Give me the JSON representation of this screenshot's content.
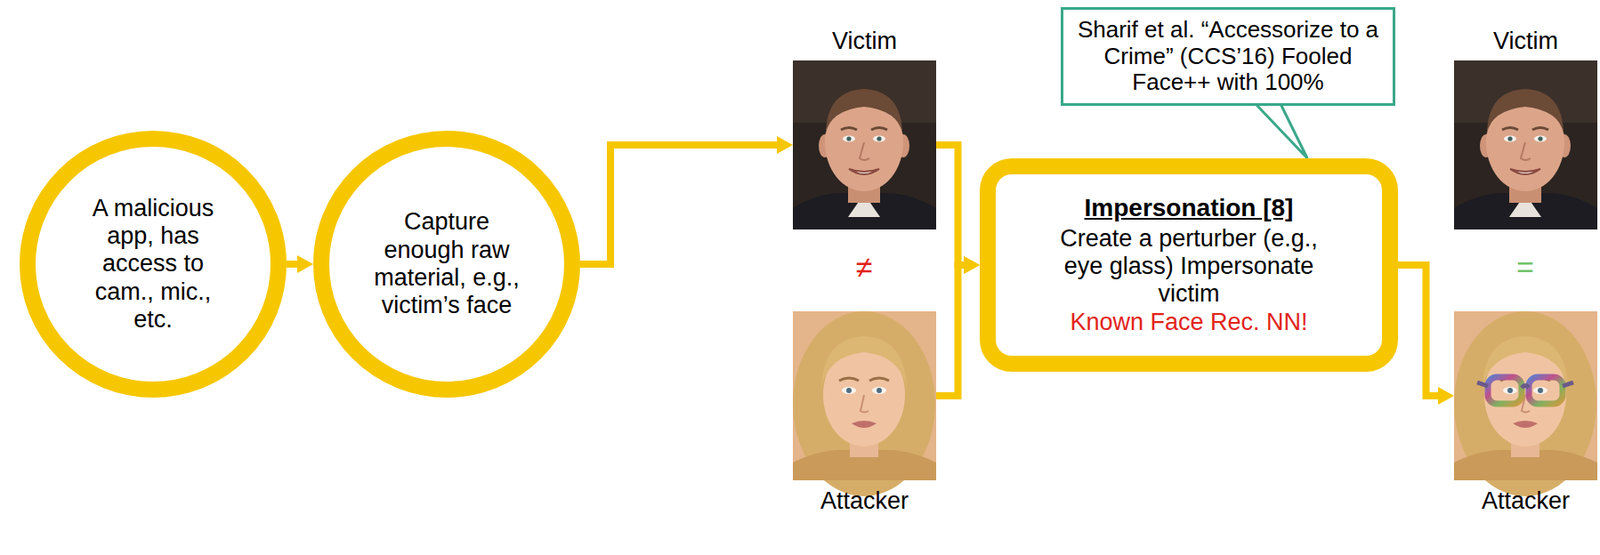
{
  "diagram": {
    "nodes": [
      {
        "text": [
          "A malicious app, has access to cam., mic., etc."
        ]
      },
      {
        "text": [
          "Capture enough raw material, e.g., victim’s face"
        ]
      },
      {
        "text": [
          "Victim"
        ]
      },
      {
        "text": [
          "Attacker"
        ]
      },
      {
        "text": [
          "Impersonation [8]",
          "Create a perturber (e.g., eye glass) Impersonate victim",
          "Known Face Rec. NN!"
        ]
      },
      {
        "text": [
          "Sharif et al. “Accessorize to a Crime” (CCS’16) Fooled Face++ with 100%"
        ]
      },
      {
        "text": [
          "Victim"
        ]
      },
      {
        "text": [
          "Attacker"
        ]
      }
    ],
    "edges": [
      {
        "from": 0,
        "to": 1,
        "arrow": "to"
      },
      {
        "from": 1,
        "to": 2,
        "arrow": "to"
      },
      {
        "from": 2,
        "to": 4,
        "arrow": "to"
      },
      {
        "from": 3,
        "to": 4,
        "arrow": "to"
      },
      {
        "from": 4,
        "to": 7,
        "arrow": "to"
      },
      {
        "from": 5,
        "to": 4,
        "arrow": "none"
      }
    ],
    "labels": [
      "≠",
      "="
    ]
  }
}
